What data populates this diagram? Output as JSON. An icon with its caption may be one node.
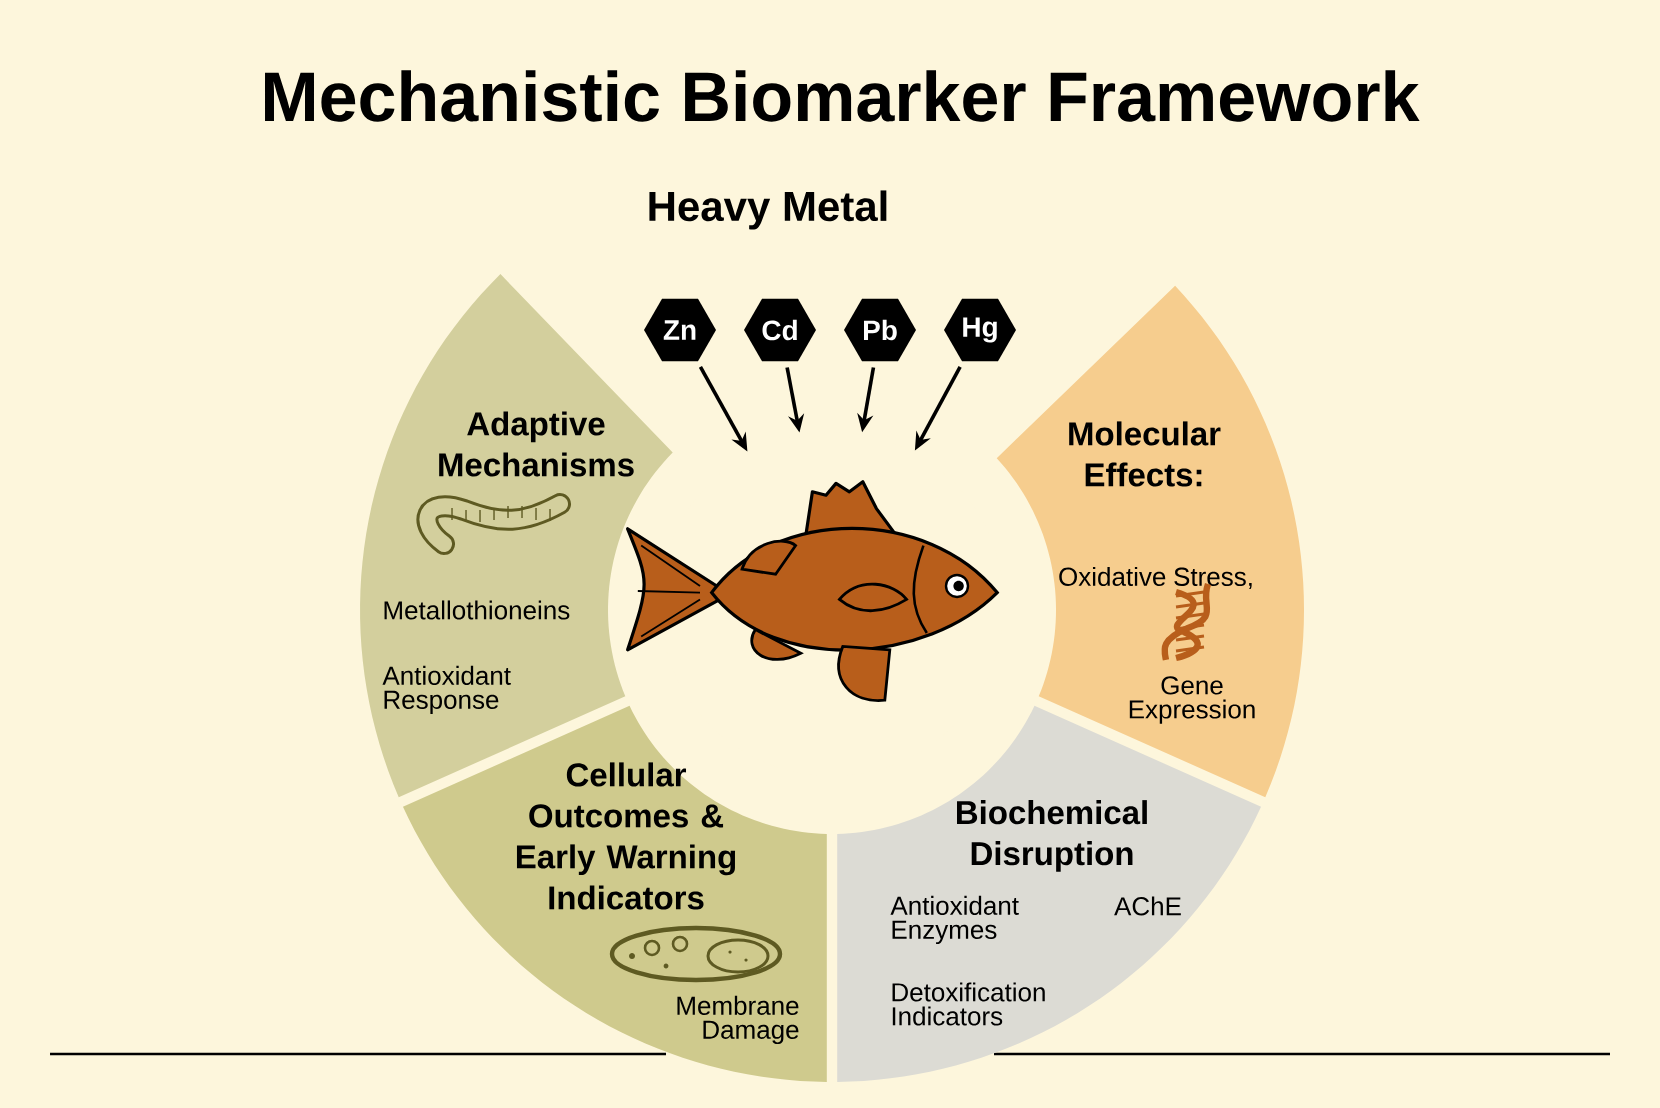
{
  "diagram": {
    "title": "Mechanistic Biomarker Framework",
    "nodes": [
      {
        "text": [
          "Zn"
        ]
      },
      {
        "text": [
          "Cd"
        ]
      },
      {
        "text": [
          "Pb"
        ]
      },
      {
        "text": [
          "Hg"
        ]
      },
      {
        "text": [],
        "shape": "circle"
      },
      {
        "text": [
          "Adaptive Mechanisms",
          "Metallothioneins",
          "Antioxidant Response"
        ]
      },
      {
        "text": [
          "Molecular Effects:",
          "Oxidative Stress,",
          "Gene Expression"
        ]
      },
      {
        "text": [
          "Cellular Outcomes & Early Warning Indicators",
          "Membrane Damage"
        ]
      },
      {
        "text": [
          "Biochemical Disruption",
          "Antioxidant Enzymes",
          "AChE",
          "Detoxification Indicators"
        ]
      }
    ],
    "edges": [
      {
        "from": 0,
        "to": 4,
        "arrow": "to"
      },
      {
        "from": 1,
        "to": 4,
        "arrow": "to"
      },
      {
        "from": 2,
        "to": 4,
        "arrow": "to"
      },
      {
        "from": 3,
        "to": 4,
        "arrow": "to"
      }
    ],
    "labels": [
      "Heavy Metal"
    ]
  }
}
